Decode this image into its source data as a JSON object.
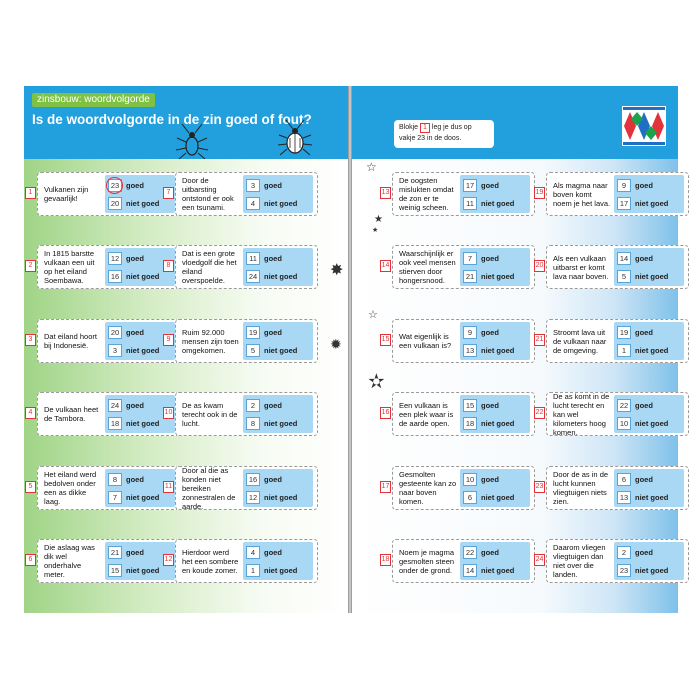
{
  "header": {
    "topic": "zinsbouw: woordvolgorde",
    "question": "Is de woordvolgorde in de zin goed of fout?",
    "instruction_prefix": "Blokje",
    "instruction_number": "1",
    "instruction_suffix": "leg je dus op vakje 23 in de doos."
  },
  "labels": {
    "good": "goed",
    "wrong": "niet goed"
  },
  "colors": {
    "header": "#21a0dd",
    "topic_badge": "#7ec143",
    "number_accent": "#e2323a",
    "answer_panel": "#a8d8f4"
  },
  "decorations": [
    "beetle-illustration",
    "star-icon",
    "logo-pattern"
  ],
  "cards": [
    {
      "n": "1",
      "text": "Vulkanen zijn gevaarlijk!",
      "good": "23",
      "wrong": "20",
      "circled": true
    },
    {
      "n": "2",
      "text": "In 1815 barstte vulkaan een uit op het eiland Soembawa.",
      "good": "12",
      "wrong": "16"
    },
    {
      "n": "3",
      "text": "Dat eiland hoort bij Indonesië.",
      "good": "20",
      "wrong": "3"
    },
    {
      "n": "4",
      "text": "De vulkaan heet de Tambora.",
      "good": "24",
      "wrong": "18"
    },
    {
      "n": "5",
      "text": "Het eiland werd bedolven onder een as dikke laag.",
      "good": "8",
      "wrong": "7"
    },
    {
      "n": "6",
      "text": "Die aslaag was dik wel onderhalve meter.",
      "good": "21",
      "wrong": "15"
    },
    {
      "n": "7",
      "text": "Door de uitbarsting ontstond er ook een tsunami.",
      "good": "3",
      "wrong": "4"
    },
    {
      "n": "8",
      "text": "Dat is een grote vloedgolf die het eiland overspoelde.",
      "good": "11",
      "wrong": "24"
    },
    {
      "n": "9",
      "text": "Ruim 92.000 mensen zijn toen omgekomen.",
      "good": "19",
      "wrong": "5"
    },
    {
      "n": "10",
      "text": "De as kwam terecht ook in de lucht.",
      "good": "2",
      "wrong": "8"
    },
    {
      "n": "11",
      "text": "Door al die as konden niet bereiken zonnestralen de aarde.",
      "good": "16",
      "wrong": "12"
    },
    {
      "n": "12",
      "text": "Hierdoor werd het een sombere en koude zomer.",
      "good": "4",
      "wrong": "1"
    },
    {
      "n": "13",
      "text": "De oogsten mislukten omdat de zon er te weinig scheen.",
      "good": "17",
      "wrong": "11"
    },
    {
      "n": "14",
      "text": "Waarschijnlijk er ook veel mensen stierven door hongersnood.",
      "good": "7",
      "wrong": "21"
    },
    {
      "n": "15",
      "text": "Wat eigenlijk is een vulkaan is?",
      "good": "9",
      "wrong": "13"
    },
    {
      "n": "16",
      "text": "Een vulkaan is een plek waar is de aarde open.",
      "good": "15",
      "wrong": "18"
    },
    {
      "n": "17",
      "text": "Gesmolten gesteente kan zo naar boven komen.",
      "good": "10",
      "wrong": "6"
    },
    {
      "n": "18",
      "text": "Noem je magma gesmolten steen onder de grond.",
      "good": "22",
      "wrong": "14"
    },
    {
      "n": "19",
      "text": "Als magma naar boven komt noem je het lava.",
      "good": "9",
      "wrong": "17"
    },
    {
      "n": "20",
      "text": "Als een vulkaan uitbarst er komt lava naar boven.",
      "good": "14",
      "wrong": "5"
    },
    {
      "n": "21",
      "text": "Stroomt lava uit de vulkaan naar de omgeving.",
      "good": "19",
      "wrong": "1"
    },
    {
      "n": "22",
      "text": "De as komt in de lucht terecht en kan wel kilometers hoog komen.",
      "good": "22",
      "wrong": "10"
    },
    {
      "n": "23",
      "text": "Door de as in de lucht kunnen vliegtuigen niets zien.",
      "good": "6",
      "wrong": "13"
    },
    {
      "n": "24",
      "text": "Daarom vliegen vliegtuigen dan niet over die landen.",
      "good": "2",
      "wrong": "23"
    }
  ]
}
